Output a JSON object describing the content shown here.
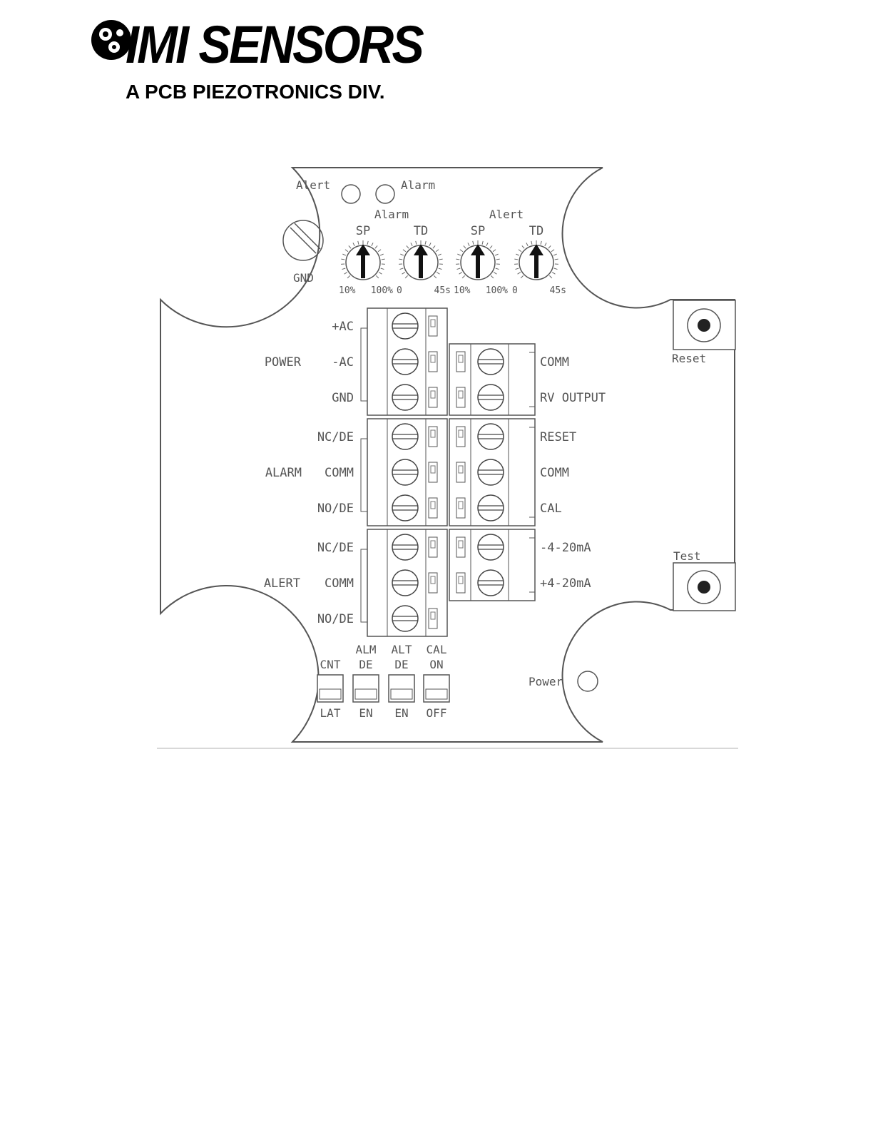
{
  "brand": {
    "name": "IMI SENSORS",
    "tagline": "A PCB PIEZOTRONICS DIV."
  },
  "indicators": {
    "alert_led": "Alert",
    "alarm_led": "Alarm",
    "power_led": "Power"
  },
  "gnd_screw_label": "GND",
  "dial_groups": [
    {
      "group": "Alarm",
      "dials": [
        {
          "label": "SP",
          "min": "10%",
          "max": "100%"
        },
        {
          "label": "TD",
          "min": "0",
          "max": "45s"
        }
      ]
    },
    {
      "group": "Alert",
      "dials": [
        {
          "label": "SP",
          "min": "10%",
          "max": "100%"
        },
        {
          "label": "TD",
          "min": "0",
          "max": "45s"
        }
      ]
    }
  ],
  "left_blocks": [
    {
      "name": "POWER",
      "terminals": [
        "+AC",
        "-AC",
        "GND"
      ]
    },
    {
      "name": "ALARM",
      "terminals": [
        "NC/DE",
        "COMM",
        "NO/DE"
      ]
    },
    {
      "name": "ALERT",
      "terminals": [
        "NC/DE",
        "COMM",
        "NO/DE"
      ]
    }
  ],
  "right_terminals": [
    "COMM",
    "RV OUTPUT",
    "RESET",
    "COMM",
    "CAL",
    "-4-20mA",
    "+4-20mA"
  ],
  "buttons": {
    "reset": "Reset",
    "test": "Test"
  },
  "dip_switches": [
    {
      "top": [
        "",
        "CNT"
      ],
      "bottom": "LAT"
    },
    {
      "top": [
        "ALM",
        "DE"
      ],
      "bottom": "EN"
    },
    {
      "top": [
        "ALT",
        "DE"
      ],
      "bottom": "EN"
    },
    {
      "top": [
        "CAL",
        "ON"
      ],
      "bottom": "OFF"
    }
  ]
}
